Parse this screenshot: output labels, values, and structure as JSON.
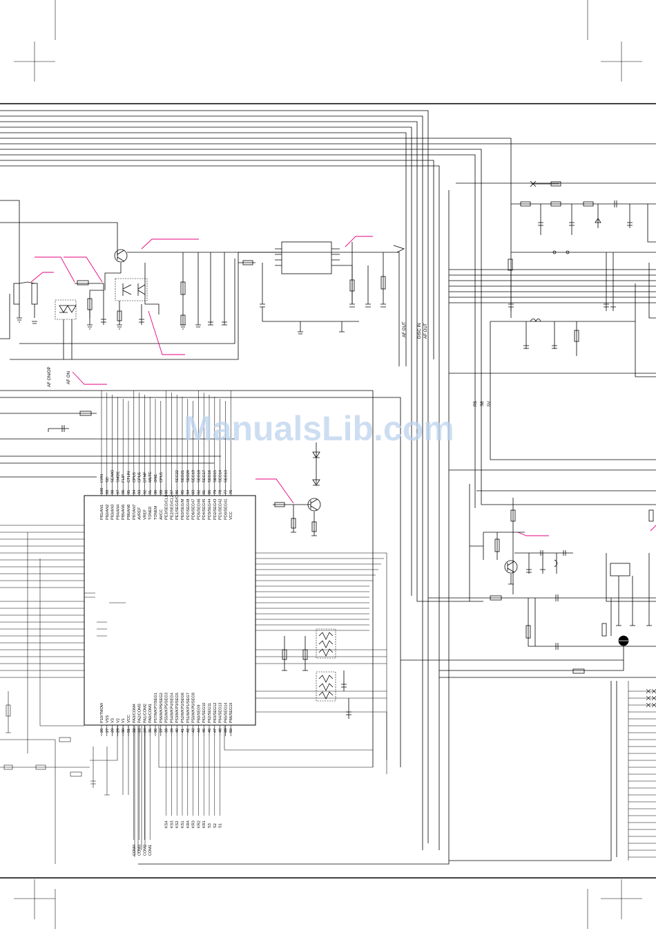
{
  "watermark": "ManualsLib.com",
  "mcu": {
    "top_pins": [
      {
        "num": "100",
        "name": "P81/AN1"
      },
      {
        "num": "99",
        "name": "P82/AN2"
      },
      {
        "num": "98",
        "name": "P83/AN3"
      },
      {
        "num": "97",
        "name": "P84/AN4"
      },
      {
        "num": "96",
        "name": "P85/AN5"
      },
      {
        "num": "95",
        "name": "P86/AN6"
      },
      {
        "num": "94",
        "name": "P87/AN7"
      },
      {
        "num": "93",
        "name": "AVREF"
      },
      {
        "num": "92",
        "name": "VREF"
      },
      {
        "num": "91",
        "name": "TONED"
      },
      {
        "num": "90",
        "name": "TONEM"
      },
      {
        "num": "89",
        "name": "AVCC"
      },
      {
        "num": "88",
        "name": "PE3/SEG/CL1"
      },
      {
        "num": "87",
        "name": "PE2/SEG/CL2"
      },
      {
        "num": "86",
        "name": "PE1/SEG/D/O"
      },
      {
        "num": "85",
        "name": "PE0/SEG/M"
      },
      {
        "num": "84",
        "name": "PD7/SEG48"
      },
      {
        "num": "83",
        "name": "PD6/SEG47"
      },
      {
        "num": "82",
        "name": "PD5/SEG46"
      },
      {
        "num": "81",
        "name": "PD4/SEG45"
      },
      {
        "num": "80",
        "name": "PD3/SEG44"
      },
      {
        "num": "79",
        "name": "PD2/SEG43"
      },
      {
        "num": "78",
        "name": "PD1/SEG42"
      },
      {
        "num": "77",
        "name": "PD0/SEG41"
      },
      {
        "num": "76",
        "name": "VCC"
      }
    ],
    "top_nets": [
      "LVIN",
      "SD",
      "SE/MO",
      "SMDE",
      "FLIP",
      "CTLIN",
      "CPU5",
      "CPU5",
      "DTMF",
      "MUTE",
      "ONE",
      "CPU5",
      "",
      "",
      "SEG22",
      "SEG21",
      "SEG20",
      "SEG19",
      "SEG18",
      "SEG17",
      "SEG16",
      "SEG15",
      "SEG14",
      "SEG13",
      ""
    ],
    "bottom_pins": [
      {
        "num": "26",
        "name": "P10/TMOW"
      },
      {
        "num": "27",
        "name": "VSS"
      },
      {
        "num": "28",
        "name": "V3"
      },
      {
        "num": "29",
        "name": "V2"
      },
      {
        "num": "30",
        "name": "V1"
      },
      {
        "num": "31",
        "name": "VCC"
      },
      {
        "num": "32",
        "name": "PA3/COM4"
      },
      {
        "num": "33",
        "name": "PA2/COM3"
      },
      {
        "num": "34",
        "name": "PA1/COM2"
      },
      {
        "num": "35",
        "name": "PA0/COM1"
      },
      {
        "num": "36",
        "name": "P57/WKP7/SEG1"
      },
      {
        "num": "37",
        "name": "P56/WKP6/SEG2"
      },
      {
        "num": "38",
        "name": "P55/WKP5/SEG3"
      },
      {
        "num": "39",
        "name": "P54/WKP4/SEG4"
      },
      {
        "num": "40",
        "name": "P53/WKP3/SEG5"
      },
      {
        "num": "41",
        "name": "P52/WKP2/SEG6"
      },
      {
        "num": "42",
        "name": "P51/WKP1/SEG7"
      },
      {
        "num": "43",
        "name": "P50/WKP0/SEG8"
      },
      {
        "num": "44",
        "name": "P60/SEG9"
      },
      {
        "num": "45",
        "name": "P61/SEG10"
      },
      {
        "num": "46",
        "name": "P62/SEG11"
      },
      {
        "num": "47",
        "name": "P63/SEG12"
      },
      {
        "num": "48",
        "name": "P64/SEG13"
      },
      {
        "num": "49",
        "name": "P65/SEG14"
      },
      {
        "num": "50",
        "name": "P66/SEG15"
      }
    ],
    "bottom_nets": [
      "",
      "",
      "",
      "",
      "",
      "",
      "COM4",
      "COM3",
      "COM2",
      "COM1",
      "",
      "",
      "KS4",
      "KS3",
      "KS2",
      "KS1",
      "KR4",
      "KR3",
      "KR2",
      "KR1",
      "S3",
      "S2",
      "S1",
      "",
      ""
    ]
  },
  "net_labels": {
    "af_on_op": "AF ON/OP",
    "af_on": "AF ON",
    "af_out": "AF OUT",
    "disc_in": "DISC IN",
    "af_out_2": "AF OUT",
    "r5": "R5",
    "s8": "S8",
    "v5": "5V"
  },
  "colors": {
    "wire": "#000000",
    "callout": "#e6007e",
    "watermark": "#bcd3ee"
  }
}
